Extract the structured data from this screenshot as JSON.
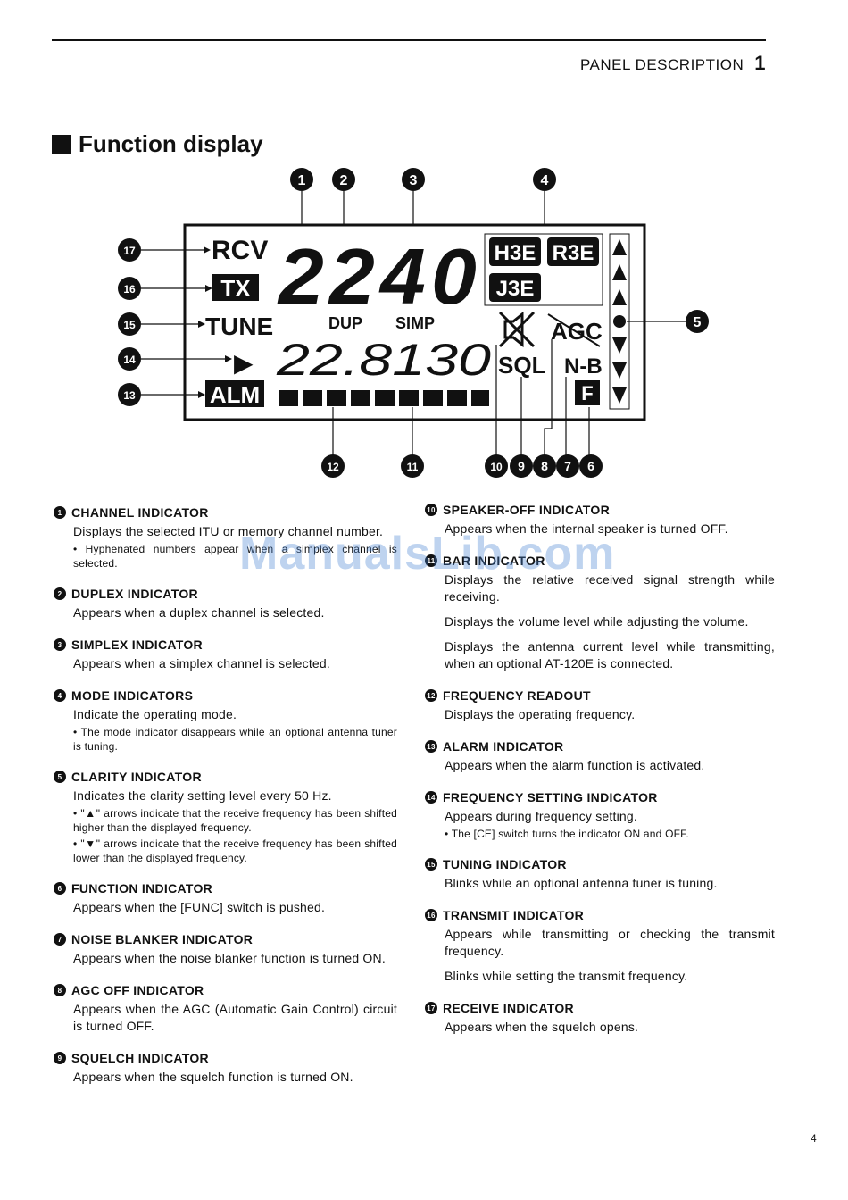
{
  "header": {
    "section": "PANEL DESCRIPTION",
    "number": "1"
  },
  "title": "Function display",
  "watermark": "ManualsLib.com",
  "page_number": "4",
  "display": {
    "channel_top": "2240",
    "freq": "22.8130",
    "rcv": "RCV",
    "tx": "TX",
    "tune": "TUNE",
    "alm": "ALM",
    "dup": "DUP",
    "simp": "SIMP",
    "h3e": "H3E",
    "r3e": "R3E",
    "j3e": "J3E",
    "agc": "AGC",
    "sql": "SQL",
    "nb": "N-B",
    "f": "F",
    "play": "▶",
    "callouts_top": [
      "1",
      "2",
      "3",
      "4"
    ],
    "callouts_left": [
      "17",
      "16",
      "15",
      "14",
      "13"
    ],
    "callouts_right": [
      "5"
    ],
    "callouts_bottom": [
      "12",
      "11",
      "10",
      "9",
      "8",
      "7",
      "6"
    ]
  },
  "left_items": [
    {
      "num": "1",
      "title": "CHANNEL INDICATOR",
      "texts": [
        "Displays the selected ITU or memory channel number."
      ],
      "notes": [
        "• Hyphenated numbers appear when a simplex channel is selected."
      ]
    },
    {
      "num": "2",
      "title": "DUPLEX INDICATOR",
      "texts": [
        "Appears when a duplex channel is selected."
      ],
      "notes": []
    },
    {
      "num": "3",
      "title": "SIMPLEX INDICATOR",
      "texts": [
        "Appears when a simplex channel is selected."
      ],
      "notes": []
    },
    {
      "num": "4",
      "title": "MODE INDICATORS",
      "texts": [
        "Indicate the operating mode."
      ],
      "notes": [
        "• The mode indicator disappears while an optional antenna tuner is tuning."
      ]
    },
    {
      "num": "5",
      "title": "CLARITY INDICATOR",
      "texts": [
        "Indicates the clarity setting level every 50 Hz."
      ],
      "notes": [
        "• \"▲\" arrows indicate that the receive frequency has been shifted higher than the displayed frequency.",
        "• \"▼\" arrows indicate that the receive frequency has been shifted lower than the displayed frequency."
      ]
    },
    {
      "num": "6",
      "title": "FUNCTION INDICATOR",
      "texts": [
        "Appears when the [FUNC] switch is pushed."
      ],
      "notes": []
    },
    {
      "num": "7",
      "title": "NOISE BLANKER INDICATOR",
      "texts": [
        "Appears when the noise blanker function is turned ON."
      ],
      "notes": []
    },
    {
      "num": "8",
      "title": "AGC OFF INDICATOR",
      "texts": [
        "Appears when the AGC (Automatic Gain Control) circuit is turned OFF."
      ],
      "notes": []
    },
    {
      "num": "9",
      "title": "SQUELCH INDICATOR",
      "texts": [
        "Appears when the squelch function is turned ON."
      ],
      "notes": []
    }
  ],
  "right_items": [
    {
      "num": "10",
      "title": "SPEAKER-OFF INDICATOR",
      "texts": [
        "Appears when the internal speaker is turned OFF."
      ],
      "notes": []
    },
    {
      "num": "11",
      "title": "BAR INDICATOR",
      "texts": [
        "Displays the relative received signal strength while receiving.",
        "Displays the volume level while adjusting the volume.",
        "Displays the antenna current level while transmitting, when an optional AT-120E is connected."
      ],
      "notes": []
    },
    {
      "num": "12",
      "title": "FREQUENCY READOUT",
      "texts": [
        "Displays the operating frequency."
      ],
      "notes": []
    },
    {
      "num": "13",
      "title": "ALARM INDICATOR",
      "texts": [
        "Appears when the alarm function is activated."
      ],
      "notes": []
    },
    {
      "num": "14",
      "title": "FREQUENCY SETTING INDICATOR",
      "texts": [
        "Appears during frequency setting."
      ],
      "notes": [
        "• The [CE] switch turns the indicator ON and OFF."
      ]
    },
    {
      "num": "15",
      "title": "TUNING INDICATOR",
      "texts": [
        "Blinks while an optional antenna tuner is tuning."
      ],
      "notes": []
    },
    {
      "num": "16",
      "title": "TRANSMIT INDICATOR",
      "texts": [
        "Appears while transmitting or checking the transmit frequency.",
        "Blinks while setting the transmit frequency."
      ],
      "notes": []
    },
    {
      "num": "17",
      "title": "RECEIVE INDICATOR",
      "texts": [
        "Appears when the squelch opens."
      ],
      "notes": []
    }
  ]
}
